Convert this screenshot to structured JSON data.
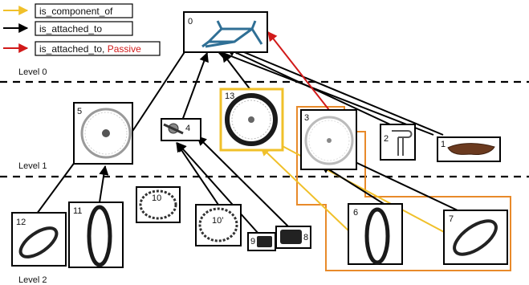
{
  "legend": [
    {
      "text": "is_component_of",
      "color": "#f0c02a"
    },
    {
      "text": "is_attached_to",
      "color": "#000000"
    },
    {
      "text": "is_attached_to,",
      "extra": "Passive",
      "color": "#d11a1a"
    }
  ],
  "levels": [
    "Level 0",
    "Level 1",
    "Level 2"
  ],
  "nodes": [
    {
      "id": "0",
      "label": "0",
      "icon": "bike-frame-icon"
    },
    {
      "id": "1",
      "label": "1",
      "icon": "saddle-icon"
    },
    {
      "id": "2",
      "label": "2",
      "icon": "seat-clamp-icon"
    },
    {
      "id": "3",
      "label": "3",
      "icon": "front-wheel-icon"
    },
    {
      "id": "4",
      "label": "4",
      "icon": "crankset-icon"
    },
    {
      "id": "5",
      "label": "5",
      "icon": "rear-wheel-icon"
    },
    {
      "id": "6",
      "label": "6",
      "icon": "tire-icon"
    },
    {
      "id": "7",
      "label": "7",
      "icon": "rim-icon"
    },
    {
      "id": "8",
      "label": "8",
      "icon": "pedal-icon"
    },
    {
      "id": "9",
      "label": "9",
      "icon": "pedal-icon"
    },
    {
      "id": "10",
      "label": "10",
      "icon": "chain-icon"
    },
    {
      "id": "10p",
      "label": "10’",
      "icon": "chain-icon"
    },
    {
      "id": "11",
      "label": "11",
      "icon": "tire-icon"
    },
    {
      "id": "12",
      "label": "12",
      "icon": "rim-icon"
    },
    {
      "id": "13",
      "label": "13",
      "icon": "assembled-wheel-icon"
    }
  ],
  "colors": {
    "component_of": "#f0c02a",
    "attached": "#000000",
    "passive": "#d11a1a",
    "group_box": "#e88a2a",
    "frame": "#2f6f95"
  }
}
